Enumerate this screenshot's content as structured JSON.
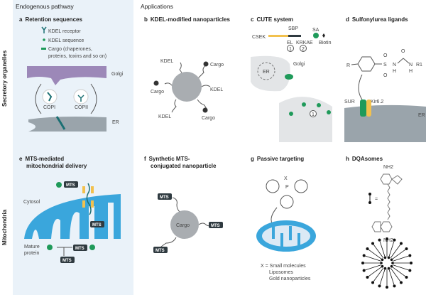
{
  "headers": {
    "left": "Endogenous pathway",
    "right": "Applications"
  },
  "row_labels": [
    "Secretory organelles",
    "Mitochondria"
  ],
  "panels": {
    "a": {
      "letter": "a",
      "title": "Retention sequences",
      "legend": [
        "KDEL receptor",
        "KDEL sequence",
        "Cargo (chaperones,",
        "proteins, toxins and so on)"
      ],
      "labels": {
        "golgi": "Golgi",
        "er": "ER",
        "copi": "COPI",
        "copii": "COPII"
      }
    },
    "b": {
      "letter": "b",
      "title": "KDEL-modified nanoparticles",
      "kdel": "KDEL",
      "cargo": "Cargo"
    },
    "c": {
      "letter": "c",
      "title": "CUTE system",
      "labels": {
        "csek": "CSEK",
        "sbp": "SBP",
        "el": "EL",
        "krkal": "KRKAE",
        "sa": "SA",
        "biotin": "Biotin",
        "one": "1",
        "two": "2",
        "er": "ER",
        "golgi": "Golgi"
      }
    },
    "d": {
      "letter": "d",
      "title": "Sulfonylurea ligands",
      "labels": {
        "r": "R",
        "r1": "R1",
        "sur": "SUR",
        "kir": "Kir6.2",
        "er": "ER",
        "s": "S",
        "n": "N",
        "h": "H",
        "o": "O"
      }
    },
    "e": {
      "letter": "e",
      "title1": "MTS-mediated",
      "title2": "mitochondrial delivery",
      "labels": {
        "cytosol": "Cytosol",
        "mature1": "Mature",
        "mature2": "protein",
        "mts": "MTS"
      }
    },
    "f": {
      "letter": "f",
      "title1": "Synthetic MTS-",
      "title2": "conjugated nanoparticle",
      "labels": {
        "cargo": "Cargo",
        "mts": "MTS"
      }
    },
    "g": {
      "letter": "g",
      "title": "Passive targeting",
      "labels": {
        "x": "X",
        "p": "P",
        "x_list": [
          "X = Small molecules",
          "Liposomes",
          "Gold nanoparticles"
        ]
      }
    },
    "h": {
      "letter": "h",
      "title": "DQAsomes",
      "labels": {
        "nh2": "NH2",
        "eq": "="
      }
    }
  },
  "colors": {
    "panel_bg": "#eaf2f9",
    "golgi": "#9c88b8",
    "er": "#9aa4ab",
    "mito": "#3aa6dc",
    "green": "#1f9a5a",
    "teal": "#1b6f73",
    "yellow": "#f2c14e",
    "particle": "#a9adb1",
    "mts_tag": "#2f3a40"
  }
}
